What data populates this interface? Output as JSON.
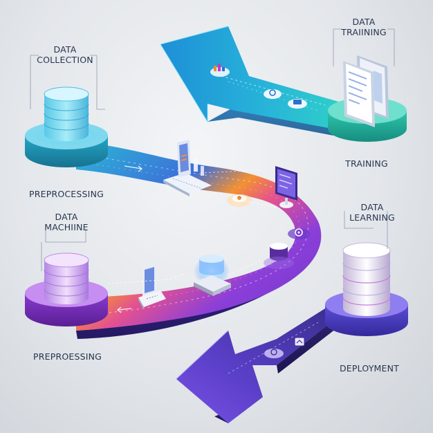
{
  "labels": {
    "data_collection": [
      "DATA",
      "COLLECTION"
    ],
    "data_training": [
      "DATA",
      "TRAIINING"
    ],
    "training": "TRAINING",
    "preprocessing_top": "PREPROCESSING",
    "data_machine": [
      "DATA",
      "MACHIINE"
    ],
    "data_learning": [
      "DATA",
      "LEARNING"
    ],
    "preprocessing_bottom": "PREPROESSING",
    "deployment": "DEPLOYMENT"
  },
  "icons": [
    "database-icon",
    "laptop-icon",
    "server-chip-icon",
    "monitor-icon",
    "chart-icon",
    "gear-icon",
    "cloud-icon",
    "document-panel-icon"
  ],
  "colors": {
    "cyan": "#2ec4d8",
    "blue": "#2d6fd1",
    "purple": "#7a3fd6",
    "magenta": "#c03bc4",
    "orange": "#f08a2c",
    "violet_dark": "#4a2e9e"
  }
}
